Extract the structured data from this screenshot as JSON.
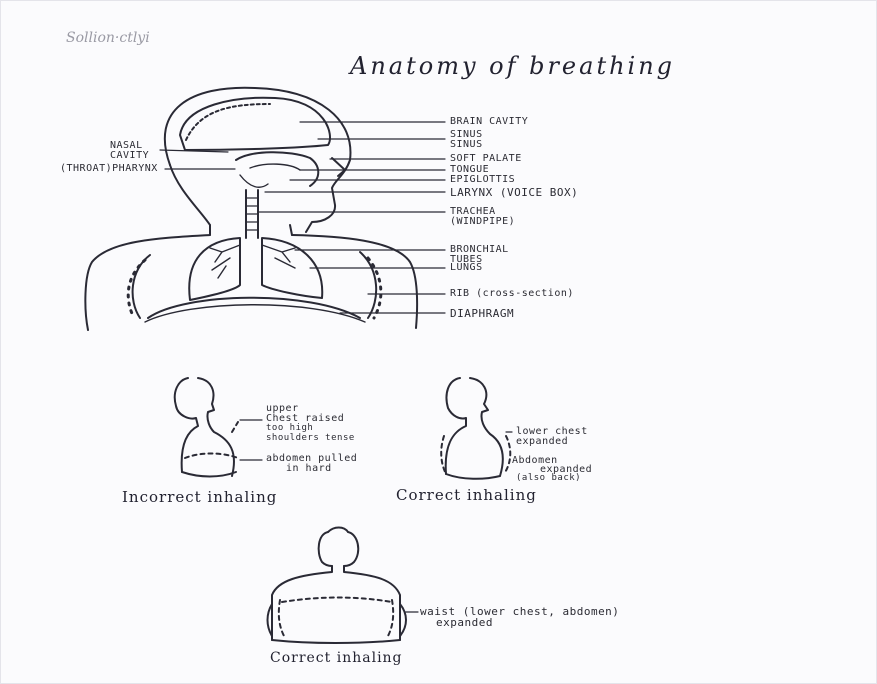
{
  "header": {
    "scribble": "Sollion·ctlyi",
    "title": "Anatomy of breathing"
  },
  "anatomy": {
    "labels": {
      "brain_cavity": "BRAIN CAVITY",
      "sinus_1": "SINUS",
      "sinus_2": "SINUS",
      "nasal_1": "NASAL",
      "nasal_2": "CAVITY",
      "throat_pharynx": "(THROAT)PHARYNX",
      "soft_palate": "SOFT PALATE",
      "tongue": "TONGUE",
      "epiglottis": "EPIGLOTTIS",
      "larynx": "LARYNX (VOICE BOX)",
      "trachea_1": "TRACHEA",
      "trachea_2": "(WINDPIPE)",
      "bronchial_1": "BRONCHIAL",
      "bronchial_2": "TUBES",
      "lungs": "LUNGS",
      "rib": "RIB (cross-section)",
      "diaphragm": "DIAPHRAGM"
    }
  },
  "incorrect": {
    "label_upper_1": "upper",
    "label_upper_2": "Chest raised",
    "label_upper_3": "too high",
    "label_upper_4": "shoulders tense",
    "label_abdomen_1": "abdomen pulled",
    "label_abdomen_2": "in hard",
    "caption": "Incorrect inhaling"
  },
  "correct": {
    "label_chest_1": "lower chest",
    "label_chest_2": "expanded",
    "label_abdomen_1": "Abdomen",
    "label_abdomen_2": "expanded",
    "label_abdomen_3": "(also back)",
    "caption": "Correct inhaling"
  },
  "correct_front": {
    "label_waist_1": "waist (lower chest, abdomen)",
    "label_waist_2": "expanded",
    "caption": "Correct inhaling"
  }
}
